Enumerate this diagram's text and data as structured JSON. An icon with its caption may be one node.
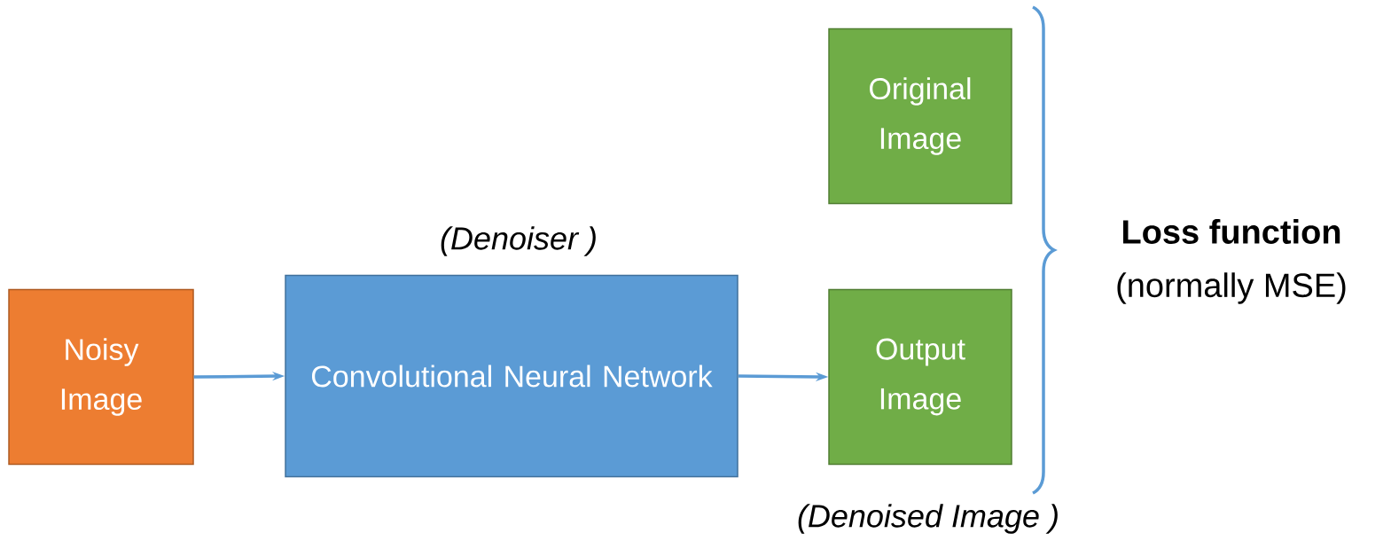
{
  "diagram": {
    "nodes": [
      {
        "text": [
          "Noisy Image"
        ]
      },
      {
        "text": [
          "Convolutional Neural Network"
        ],
        "beside": [
          "(Denoiser )"
        ]
      },
      {
        "text": [
          "Original Image"
        ]
      },
      {
        "text": [
          "Output Image"
        ],
        "beside": [
          "(Denoised Image )"
        ]
      }
    ],
    "edges": [
      {
        "from": 0,
        "to": 1,
        "arrow": "to"
      },
      {
        "from": 1,
        "to": 3,
        "arrow": "to"
      }
    ],
    "labels": [
      "Loss function",
      "(normally MSE)"
    ]
  }
}
